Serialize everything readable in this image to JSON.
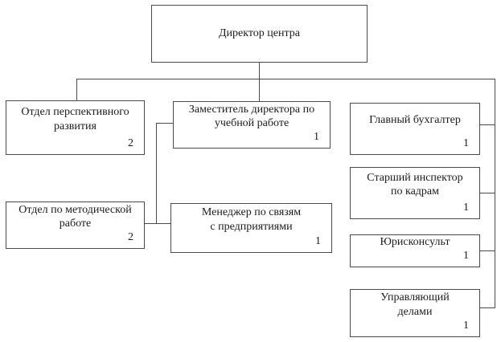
{
  "page": {
    "background_color": "#ffffff",
    "line_color": "#4a4a4a",
    "text_color": "#1b1b1b"
  },
  "org": {
    "director": {
      "label": "Директор центра"
    },
    "left": [
      {
        "label": "Отдел перспективного\nразвития",
        "count": "2"
      },
      {
        "label": "Отдел по методической\nработе",
        "count": "2"
      }
    ],
    "middle": [
      {
        "label": "Заместитель директора по\nучебной работе",
        "count": "1"
      },
      {
        "label": "Менеджер по связям\nс предприятиями",
        "count": "1"
      }
    ],
    "right": [
      {
        "label": "Главный бухгалтер",
        "count": "1"
      },
      {
        "label": "Старший инспектор\nпо кадрам",
        "count": "1"
      },
      {
        "label": "Юрисконсульт",
        "count": "1"
      },
      {
        "label": "Управляющий\nделами",
        "count": "1"
      }
    ]
  }
}
